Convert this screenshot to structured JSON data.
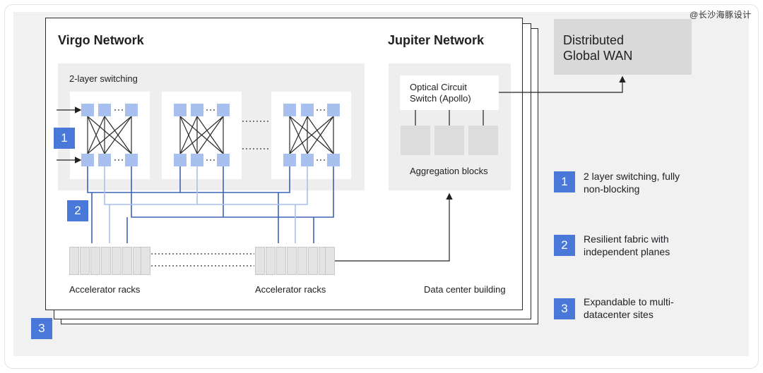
{
  "watermark": "@长沙海豚设计",
  "virgo": {
    "title": "Virgo Network",
    "switch_label": "2-layer switching",
    "racks_label_1": "Accelerator racks",
    "racks_label_2": "Accelerator racks"
  },
  "jupiter": {
    "title": "Jupiter Network",
    "ocs_label": "Optical Circuit Switch (Apollo)",
    "agg_label": "Aggregation blocks"
  },
  "building_label": "Data center building",
  "wan": {
    "label": "Distributed Global WAN"
  },
  "badges": {
    "b1": "1",
    "b2": "2",
    "b3": "3"
  },
  "legend": [
    {
      "num": "1",
      "text": "2 layer switching, fully non-blocking"
    },
    {
      "num": "2",
      "text": "Resilient fabric with independent planes"
    },
    {
      "num": "3",
      "text": "Expandable to multi-datacenter sites"
    }
  ],
  "colors": {
    "accent": "#4a78d8",
    "port": "#a8c0ee",
    "wire_dark": "#3a63b8",
    "wire_light": "#a8c0ee"
  }
}
